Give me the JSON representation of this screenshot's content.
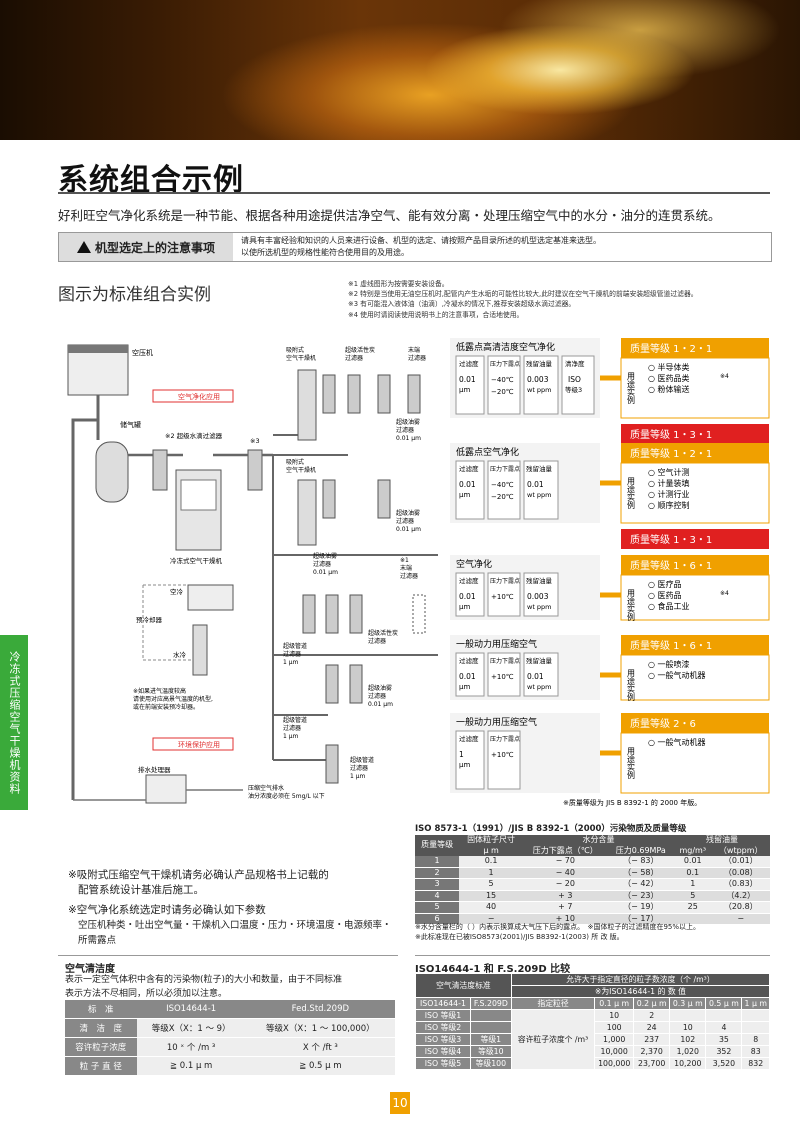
{
  "header": {
    "title": "系统组合示例",
    "intro": "好利旺空气净化系统是一种节能、根据各种用途提供洁净空气、能有效分离・处理压缩空气中的水分・油分的连贯系统。"
  },
  "notice": {
    "title": "机型选定上的注意事项",
    "line1": "请具有丰富经验和知识的人员来进行设备、机型的选定、请按照产品目录所述的机型选定基准来选型。",
    "line2": "以使所选机型的规格性能符合使用目的及用途。"
  },
  "section": {
    "subhead": "图示为标准组合实例",
    "notes": [
      "※1 虚线图形为按需要安装设备。",
      "※2 特别是当使用无油空压机时,配管内产生水垢的可能性比较大,此时建议在空气干燥机的前端安装超级管道过滤器。",
      "※3 有可能混入液体油（油滴）,冷凝水的情况下,推荐安装超级水滴过滤器。",
      "※4 使用时请阅读使用说明书上的注意事项，合适地使用。"
    ]
  },
  "diagram": {
    "compressor": "空压机",
    "receiver": "储气罐",
    "dryer_ref": "冷冻式空气干燥机",
    "water_filter": "※2 超级水滴过滤器",
    "star3": "※3",
    "box_clean": "空气净化应用",
    "box_env": "环境保护应用",
    "air_cool": "空冷",
    "precool": "预冷却器",
    "water_cool": "水冷",
    "high_temp_note": [
      "※如果进气温度较高",
      "请使用对应高景气温度的机型,",
      "或在前端安装预冷却器。"
    ],
    "drain": "排水处理器",
    "drain_note": [
      "压缩空气排水",
      "油分浓度必须在 5mg/L 以下"
    ],
    "adsorb": [
      "吸附式",
      "空气干燥机"
    ],
    "activated": [
      "超级活性炭",
      "过滤器"
    ],
    "terminal": [
      "末端",
      "过滤器"
    ],
    "mist": [
      "超级油雾",
      "过滤器"
    ],
    "mist_um": "0.01 μm",
    "super_pipe": [
      "超级管道",
      "过滤器"
    ],
    "pipe_um": "1 μm",
    "star1": "※1",
    "rows": [
      {
        "title": "低露点高清洁度空气净化",
        "filt": "0.01",
        "dew1": "−40℃",
        "dew2": "−20℃",
        "oil": "0.003",
        "clean": "ISO",
        "clean2": "等级3",
        "grade_top": "质量等级 1・2・1",
        "grade_bot": "质量等级 1・3・1",
        "uses": [
          "半导体类",
          "医药品类",
          "粉体输送"
        ]
      },
      {
        "title": "低露点空气净化",
        "filt": "0.01",
        "dew1": "−40℃",
        "dew2": "−20℃",
        "oil": "0.01",
        "grade_top": "质量等级 1・2・1",
        "grade_bot": "质量等级 1・3・1",
        "uses": [
          "空气计测",
          "计量装填",
          "计测行业",
          "顺序控制"
        ]
      },
      {
        "title": "空气净化",
        "filt": "0.01",
        "dew1": "+10℃",
        "oil": "0.003",
        "grade_top": "质量等级 1・6・1",
        "uses": [
          "医疗品",
          "医药品",
          "食品工业"
        ]
      },
      {
        "title": "一般动力用压缩空气",
        "filt": "0.01",
        "dew1": "+10℃",
        "oil": "0.01",
        "grade_top": "质量等级 1・6・1",
        "uses": [
          "一般喷漆",
          "一般气动机器"
        ]
      },
      {
        "title": "一般动力用压缩空气",
        "filt": "1",
        "dew1": "+10℃",
        "grade_top": "质量等级 2・6",
        "uses": [
          "一般气动机器"
        ]
      }
    ],
    "labels": {
      "filt": "过滤度",
      "dew": "压力下露点",
      "oil": "残留油量",
      "clean": "清净度",
      "um": "μm",
      "wt": "wt ppm",
      "use": "用途实例"
    },
    "star4": "※4",
    "grade_note": "※质量等级为 JIS B 8392-1 的 2000 年版。"
  },
  "side_tab": "冷冻式压缩空气干燥机资料",
  "notes_left": {
    "n1": [
      "※吸附式压缩空气干燥机请务必确认产品规格书上记载的",
      "配管系统设计基准后施工。"
    ],
    "n2": [
      "※空气净化系统选定时请务必确认如下参数",
      "空压机种类・吐出空气量・干燥机入口温度・压力・环境温度・电源频率・",
      "所需露点"
    ]
  },
  "table_iso": {
    "title": "ISO 8573-1（1991）/JIS B 8392-1（2000）污染物质及质量等级",
    "head1": [
      "质量等级",
      "固体粒子尺寸",
      "水分含量",
      "残留油量"
    ],
    "head2": [
      "μ m",
      "压力下露点（℃）",
      "压力0.69MPa",
      "mg/m³",
      "（wtppm）"
    ],
    "rows": [
      [
        "1",
        "0.1",
        "− 70",
        "（− 83）",
        "0.01",
        "（0.01）"
      ],
      [
        "2",
        "1",
        "− 40",
        "（− 58）",
        "0.1",
        "（0.08）"
      ],
      [
        "3",
        "5",
        "− 20",
        "（− 42）",
        "1",
        "（0.83）"
      ],
      [
        "4",
        "15",
        "+ 3",
        "（− 23）",
        "5",
        "（4.2）"
      ],
      [
        "5",
        "40",
        "+ 7",
        "（− 19）",
        "25",
        "（20.8）"
      ],
      [
        "6",
        "−",
        "+ 10",
        "（− 17）",
        "",
        "−"
      ]
    ],
    "note1": "※水分含量栏的（ ）内表示换算成大气压下后的露点。　※国体粒子的过滤精度在95%以上。",
    "note2": "※此标准现在已被ISO8573(2001)/JIS B8392-1(2003) 所 改 版。"
  },
  "table_clean": {
    "title": "空气清洁度",
    "desc1": "表示一定空气体积中含有的污染物(粒子)的大小和数量，由于不同标准",
    "desc2": "表示方法不尽相同，所以必须加以注意。",
    "rows": [
      [
        "标　准",
        "ISO14644-1",
        "Fed.Std.209D"
      ],
      [
        "清　洁　度",
        "等级X（X：1 〜 9）",
        "等级X（X：1 〜 100,000）"
      ],
      [
        "容许粒子浓度",
        "10 ˣ 个 /m ³",
        "X 个 /ft ³"
      ],
      [
        "粒 子 直 径",
        "≧ 0.1 μ m",
        "≧ 0.5 μ m"
      ]
    ]
  },
  "table_compare": {
    "title": "ISO14644-1 和 F.S.209D 比较",
    "h_std": "空气清洁度标准",
    "h_conc": "允许大于指定直径的粒子数浓度（个 /m³）",
    "h_conc2": "※为ISO14644-1 的 数 值",
    "h_iso": "ISO14644-1",
    "h_fs": "F.S.209D",
    "h_dia": "指定粒径",
    "sizes": [
      "0.1 μ m",
      "0.2 μ m",
      "0.3 μ m",
      "0.5 μ m",
      "1 μ m"
    ],
    "allow": "容许粒子浓度个 /m³",
    "rows": [
      [
        "ISO 等级1",
        "",
        "10",
        "2",
        "",
        "",
        ""
      ],
      [
        "ISO 等级2",
        "",
        "100",
        "24",
        "10",
        "4",
        ""
      ],
      [
        "ISO 等级3",
        "等级1",
        "1,000",
        "237",
        "102",
        "35",
        "8"
      ],
      [
        "ISO 等级4",
        "等级10",
        "10,000",
        "2,370",
        "1,020",
        "352",
        "83"
      ],
      [
        "ISO 等级5",
        "等级100",
        "100,000",
        "23,700",
        "10,200",
        "3,520",
        "832"
      ]
    ]
  },
  "page_number": "10"
}
